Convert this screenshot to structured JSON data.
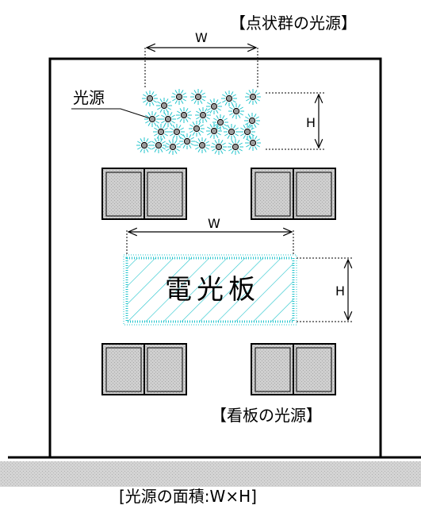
{
  "labels": {
    "point_group_title": "【点状群の光源】",
    "signboard_title": "【看板の光源】",
    "light_source": "光源",
    "electric_board": "電光板",
    "width_top": "W",
    "height_top": "H",
    "width_board": "W",
    "height_board": "H",
    "caption": "[光源の面積:W×H]"
  },
  "colors": {
    "outline": "#000000",
    "wall": "#ffffff",
    "window_glass": "#c8c8c8",
    "light_ray": "#22c4cc",
    "light_bulb": "#9a9a9a",
    "ground": "#cfcfcf"
  }
}
